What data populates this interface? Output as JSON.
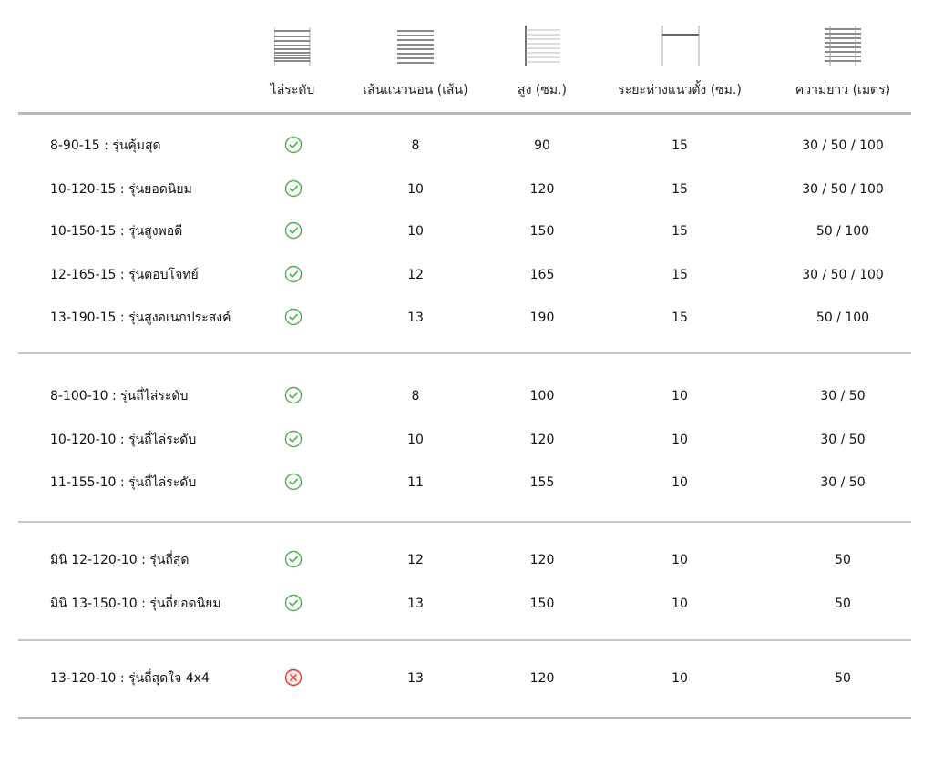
{
  "headers": [
    {
      "label": "ไล่ระดับ",
      "icon": "graduated-fence-icon"
    },
    {
      "label": "เส้นแนวนอน (เส้น)",
      "icon": "horizontal-lines-icon"
    },
    {
      "label": "สูง (ซม.)",
      "icon": "height-icon"
    },
    {
      "label": "ระยะห่างแนวตั้ง (ซม.)",
      "icon": "vertical-spacing-icon"
    },
    {
      "label": "ความยาว (เมตร)",
      "icon": "length-icon"
    }
  ],
  "colors": {
    "check": "#4caf50",
    "cross": "#e53935",
    "separator": "#c6c6c6"
  },
  "groups": [
    {
      "rows": [
        {
          "name": "8-90-15 : รุ่นคุ้มสุด",
          "graduated": true,
          "lines": "8",
          "height": "90",
          "spacing": "15",
          "length": "30 / 50 / 100"
        },
        {
          "name": "10-120-15 : รุ่นยอดนิยม",
          "graduated": true,
          "lines": "10",
          "height": "120",
          "spacing": "15",
          "length": "30 / 50 / 100"
        },
        {
          "name": "10-150-15 : รุ่นสูงพอดี",
          "graduated": true,
          "lines": "10",
          "height": "150",
          "spacing": "15",
          "length": "50 / 100"
        },
        {
          "name": "12-165-15 : รุ่นตอบโจทย์",
          "graduated": true,
          "lines": "12",
          "height": "165",
          "spacing": "15",
          "length": "30 / 50 / 100"
        },
        {
          "name": "13-190-15 : รุ่นสูงอเนกประสงค์",
          "graduated": true,
          "lines": "13",
          "height": "190",
          "spacing": "15",
          "length": "50 / 100"
        }
      ]
    },
    {
      "rows": [
        {
          "name": "8-100-10 : รุ่นถี่ไล่ระดับ",
          "graduated": true,
          "lines": "8",
          "height": "100",
          "spacing": "10",
          "length": "30 / 50"
        },
        {
          "name": "10-120-10 : รุ่นถี่ไล่ระดับ",
          "graduated": true,
          "lines": "10",
          "height": "120",
          "spacing": "10",
          "length": "30 / 50"
        },
        {
          "name": "11-155-10 : รุ่นถี่ไล่ระดับ",
          "graduated": true,
          "lines": "11",
          "height": "155",
          "spacing": "10",
          "length": "30 / 50"
        }
      ]
    },
    {
      "rows": [
        {
          "name": "มินิ 12-120-10 : รุ่นถี่สุด",
          "graduated": true,
          "lines": "12",
          "height": "120",
          "spacing": "10",
          "length": "50"
        },
        {
          "name": "มินิ 13-150-10 : รุ่นถี่ยอดนิยม",
          "graduated": true,
          "lines": "13",
          "height": "150",
          "spacing": "10",
          "length": "50"
        }
      ]
    },
    {
      "rows": [
        {
          "name": "13-120-10 : รุ่นถี่สุดใจ 4x4",
          "graduated": false,
          "lines": "13",
          "height": "120",
          "spacing": "10",
          "length": "50"
        }
      ]
    }
  ]
}
